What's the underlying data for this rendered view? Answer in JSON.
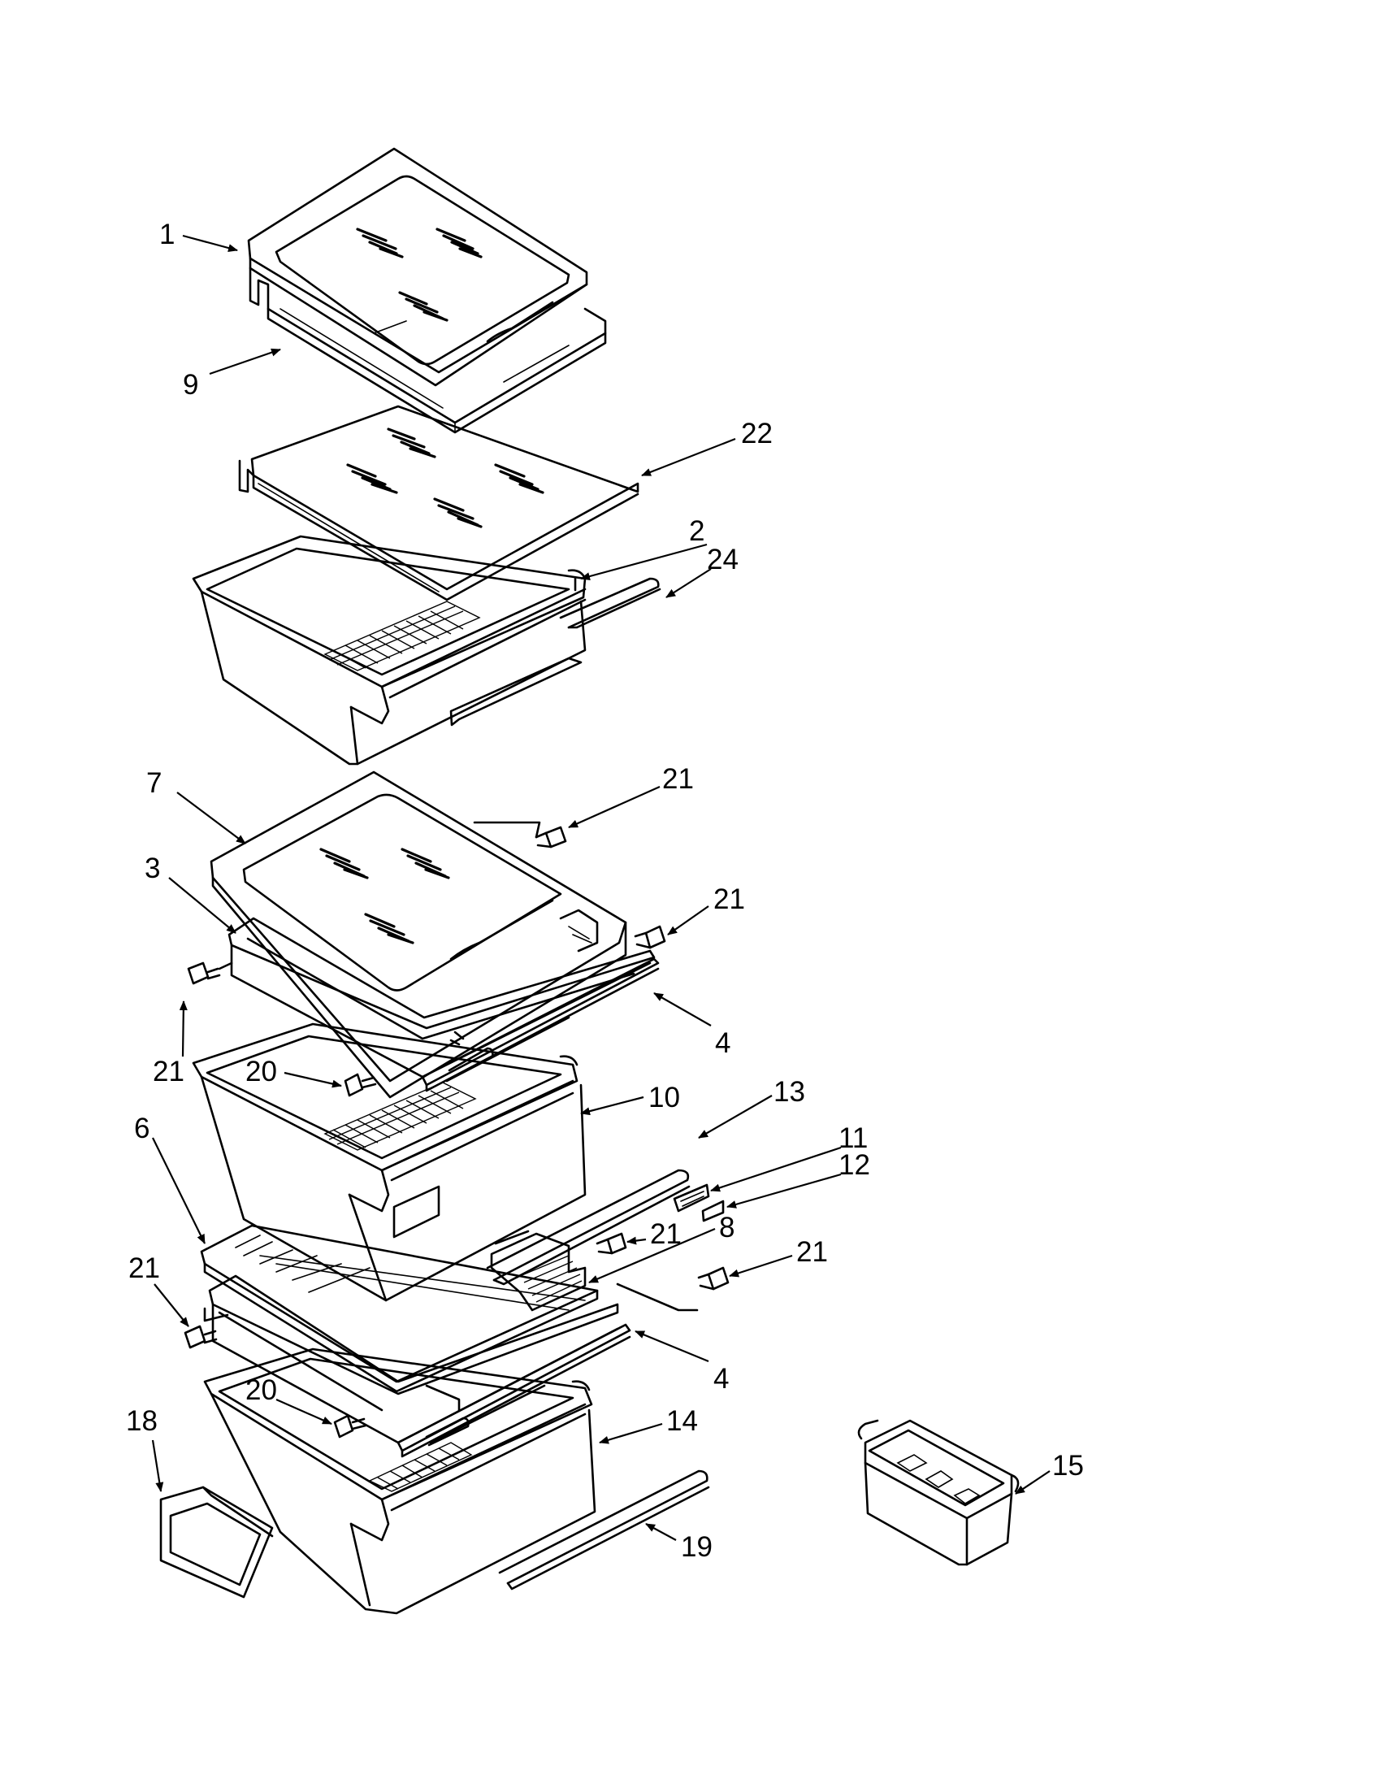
{
  "diagram": {
    "callouts": [
      {
        "id": "c1",
        "label": "1"
      },
      {
        "id": "c9",
        "label": "9"
      },
      {
        "id": "c22",
        "label": "22"
      },
      {
        "id": "c2",
        "label": "2"
      },
      {
        "id": "c24",
        "label": "24"
      },
      {
        "id": "c7",
        "label": "7"
      },
      {
        "id": "c21a",
        "label": "21"
      },
      {
        "id": "c3",
        "label": "3"
      },
      {
        "id": "c21b",
        "label": "21"
      },
      {
        "id": "c4a",
        "label": "4"
      },
      {
        "id": "c21c",
        "label": "21"
      },
      {
        "id": "c20a",
        "label": "20"
      },
      {
        "id": "c10",
        "label": "10"
      },
      {
        "id": "c13",
        "label": "13"
      },
      {
        "id": "c11",
        "label": "11"
      },
      {
        "id": "c12",
        "label": "12"
      },
      {
        "id": "c6",
        "label": "6"
      },
      {
        "id": "c8",
        "label": "8"
      },
      {
        "id": "c21d",
        "label": "21"
      },
      {
        "id": "c21e",
        "label": "21"
      },
      {
        "id": "c21f",
        "label": "21"
      },
      {
        "id": "c4b",
        "label": "4"
      },
      {
        "id": "c20b",
        "label": "20"
      },
      {
        "id": "c18",
        "label": "18"
      },
      {
        "id": "c14",
        "label": "14"
      },
      {
        "id": "c15",
        "label": "15"
      },
      {
        "id": "c19",
        "label": "19"
      }
    ]
  }
}
